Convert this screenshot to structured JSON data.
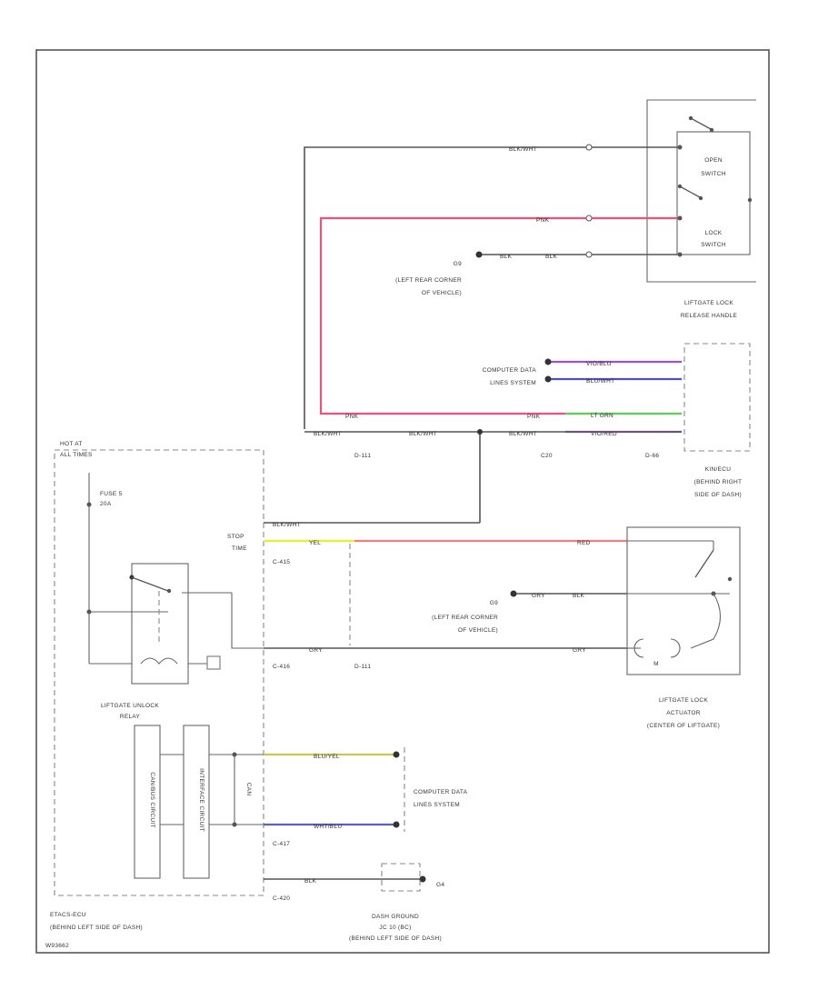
{
  "colors": {
    "pnk": "#f0507a",
    "red": "#f08080",
    "yel": "#eaea40",
    "grn": "#60d060",
    "vio": "#a050d0",
    "blu": "#5050c0",
    "wire": "#555555"
  },
  "handle": {
    "open_switch": "OPEN\nSWITCH",
    "lock_switch": "LOCK\nSWITCH",
    "name": "LIFTGATE LOCK\nRELEASE HANDLE"
  },
  "wires_top": {
    "blk_wht": "BLK/WHT",
    "pnk": "PNK",
    "blk": "BLK",
    "ground_g9": "G9\n(LEFT REAR CORNER\nOF VEHICLE)"
  },
  "kin": {
    "data_lines": "COMPUTER DATA\nLINES SYSTEM",
    "vio_blu": "VIO/BLU",
    "blu_wht": "BLU/WHT",
    "lt_grn": "LT GRN",
    "vio_red": "VIO/RED",
    "name": "KIN/ECU\n(BEHIND RIGHT\nSIDE OF DASH)",
    "conn_111": "D-111",
    "conn_20": "C20",
    "conn_66": "D-66"
  },
  "etacs": {
    "hot_at": "HOT AT\nALL TIMES",
    "fuse": "FUSE 5\n20A",
    "stop_time": "STOP\nTIME",
    "yel": "YEL",
    "red": "RED",
    "gry": "GRY",
    "conn_415": "C-415",
    "conn_416": "C-416",
    "conn_111": "D-111",
    "conn_417": "C-417",
    "conn_420": "C-420",
    "relay": "LIFTGATE UNLOCK\nRELAY",
    "can_circuit": "CAN/BUS CIRCUIT",
    "interface": "INTERFACE CIRCUIT",
    "can_lbl": "CAN",
    "blu_yel": "BLU/YEL",
    "wht_blu": "WHT/BLU",
    "data_lines": "COMPUTER DATA\nLINES SYSTEM",
    "name": "ETACS-ECU\n(BEHIND LEFT SIDE OF DASH)",
    "ground_g9": "G9\n(LEFT REAR CORNER\nOF VEHICLE)",
    "ground_g4": "G4",
    "dash_ground": "DASH GROUND\nJC 10 (BC)\n(BEHIND LEFT SIDE OF DASH)",
    "m_symbol": "M"
  },
  "actuator": {
    "name": "LIFTGATE LOCK\nACTUATOR\n(CENTER OF LIFTGATE)"
  },
  "footer": {
    "code": "W93662"
  }
}
